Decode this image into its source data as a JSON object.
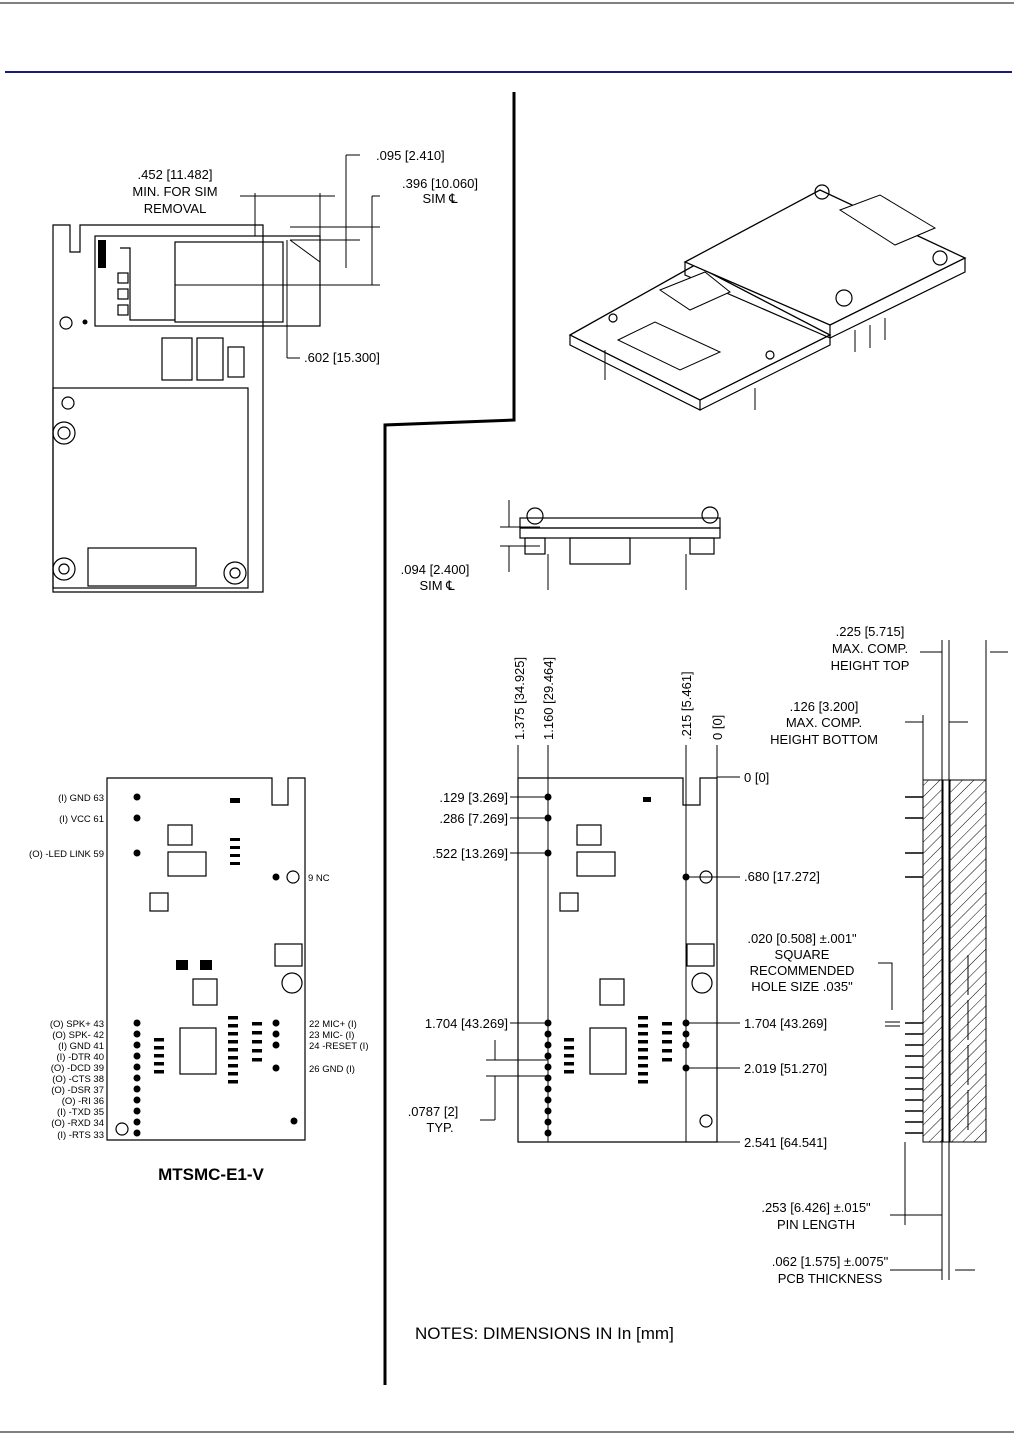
{
  "header": {
    "rule_color": "#1a1a7a"
  },
  "sim_view": {
    "dim_removal": {
      "value": ".452 [11.482]",
      "line2": "MIN. FOR SIM",
      "line3": "REMOVAL"
    },
    "dim_095": ".095 [2.410]",
    "dim_396": {
      "value": ".396 [10.060]",
      "line2": "SIM ℄"
    },
    "dim_602": ".602 [15.300]"
  },
  "side_view": {
    "dim_094": {
      "value": ".094 [2.400]",
      "line2": "SIM ℄"
    }
  },
  "pinout": {
    "left_pins": [
      "(I) GND  63",
      "(I) VCC  61",
      "(O) -LED LINK  59",
      "(O) SPK+  43",
      "(O) SPK-  42",
      "(I) GND  41",
      "(I) -DTR  40",
      "(O) -DCD  39",
      "(O) -CTS  38",
      "(O) -DSR  37",
      "(O) -RI  36",
      "(I) -TXD  35",
      "(O) -RXD  34",
      "(I) -RTS  33"
    ],
    "right_pins": [
      "9    NC",
      "22  MIC+ (I)",
      "23  MIC- (I)",
      "24  -RESET (I)",
      "26  GND (I)"
    ],
    "model": "MTSMC-E1-V"
  },
  "top_view": {
    "vertical_dims": [
      "1.375 [34.925]",
      "1.160 [29.464]",
      ".215 [5.461]",
      "0 [0]"
    ],
    "left_dims": [
      ".129 [3.269]",
      ".286 [7.269]",
      ".522 [13.269]",
      "1.704 [43.269]"
    ],
    "right_dims": [
      "0 [0]",
      ".680 [17.272]",
      "1.704 [43.269]",
      "2.019 [51.270]",
      "2.541 [64.541]"
    ],
    "pitch": {
      "value": ".0787 [2]",
      "line2": "TYP."
    }
  },
  "profile_view": {
    "top_height": {
      "value": ".225 [5.715]",
      "line2": "MAX. COMP.",
      "line3": "HEIGHT TOP"
    },
    "bottom_height": {
      "value": ".126 [3.200]",
      "line2": "MAX. COMP.",
      "line3": "HEIGHT BOTTOM"
    },
    "hole": {
      "value": ".020 [0.508] ±.001\"",
      "line2": "SQUARE",
      "line3": "RECOMMENDED",
      "line4": "HOLE SIZE .035\""
    },
    "pin_length": {
      "value": ".253 [6.426] ±.015\"",
      "line2": "PIN LENGTH"
    },
    "pcb_thickness": {
      "value": ".062 [1.575] ±.0075\"",
      "line2": "PCB THICKNESS"
    }
  },
  "notes": "NOTES: DIMENSIONS IN  In [mm]"
}
